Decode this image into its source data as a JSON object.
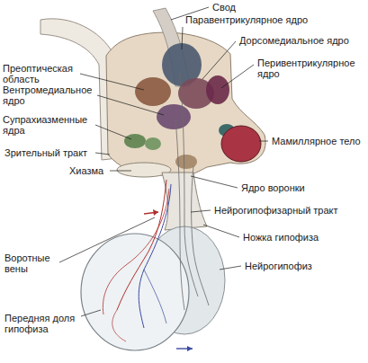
{
  "diagram": {
    "labels": [
      "Свод",
      "Паравентрикулярное ядро",
      "Дорсомедиальное ядро",
      "Перивентрикулярное ядро",
      "Преоптическая область",
      "Вентромедиальное ядро",
      "Супрахиазменные ядра",
      "Мамиллярное тело",
      "Зрительный тракт",
      "Хиазма",
      "Ядро воронки",
      "Нейрогипофизарный тракт",
      "Ножка гипофиза",
      "Воротные вены",
      "Нейрогипофиз",
      "Передняя доля гипофиза"
    ]
  }
}
